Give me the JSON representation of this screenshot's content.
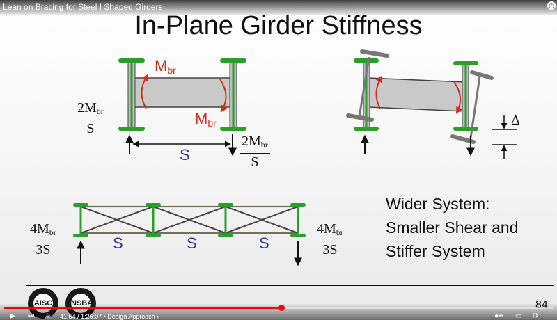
{
  "video": {
    "title": "Lean on Bracing for Steel I Shaped Girders",
    "time_current": "41:54",
    "time_total": "1:26:07",
    "chapter": "Design Approach",
    "chapter_chevron": "›",
    "progress_fraction": 0.505
  },
  "slide": {
    "title": "In-Plane Girder Stiffness",
    "fig_left": {
      "moment_top": {
        "main": "M",
        "sub": "br"
      },
      "moment_bottom": {
        "main": "M",
        "sub": "br"
      },
      "reaction_left": {
        "num_main": "2M",
        "num_sub": "br",
        "den": "S"
      },
      "reaction_right": {
        "num_main": "2M",
        "num_sub": "br",
        "den": "S"
      },
      "span_label": "S"
    },
    "fig_right": {
      "delta_label": "Δ"
    },
    "fig_bottom": {
      "spans": [
        "S",
        "S",
        "S"
      ],
      "reaction_left": {
        "num_main": "4M",
        "num_sub": "br",
        "den": "3S"
      },
      "reaction_right": {
        "num_main": "4M",
        "num_sub": "br",
        "den": "3S"
      }
    },
    "wider_text": [
      "Wider System:",
      "Smaller Shear and",
      "Stiffer System"
    ],
    "page_number": "84",
    "logos": [
      "AISC",
      "NSBA"
    ]
  },
  "colors": {
    "flange_green": "#2aa02a",
    "moment_red": "#d62b1a",
    "span_blue": "#2a3a8c",
    "progress_red": "#ff0000"
  }
}
